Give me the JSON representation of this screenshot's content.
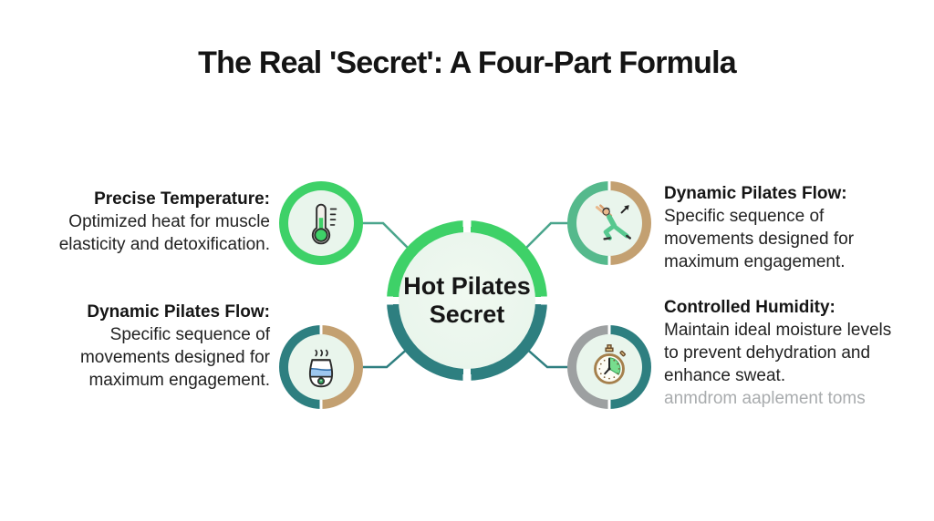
{
  "title": "The Real 'Secret': A Four-Part Formula",
  "center": {
    "label": "Hot Pilates Secret"
  },
  "nodes": {
    "top_left": {
      "heading": "Precise Temperature:",
      "body": "Optimized heat for muscle elasticity and detoxification.",
      "icon": "thermometer-icon"
    },
    "bottom_left": {
      "heading": "Dynamic Pilates Flow:",
      "body": "Specific sequence of movements designed for maximum engagement.",
      "icon": "humidifier-icon"
    },
    "top_right": {
      "heading": "Dynamic Pilates Flow:",
      "body": "Specific sequence of movements designed for maximum engagement.",
      "icon": "yoga-pose-icon"
    },
    "bottom_right": {
      "heading": "Controlled Humidity:",
      "body": "Maintain ideal moisture levels to prevent dehydration and enhance sweat.",
      "footnote": "anmdrom aaplement toms",
      "icon": "stopwatch-icon"
    }
  },
  "colors": {
    "green": "#3ed168",
    "teal": "#2e7f80",
    "seagreen": "#55b98c",
    "tan": "#c3a071",
    "grey": "#9da0a1",
    "pale": "#e9f5ec",
    "connector_top": "#4aa58c",
    "connector_bottom": "#2f7f80"
  }
}
